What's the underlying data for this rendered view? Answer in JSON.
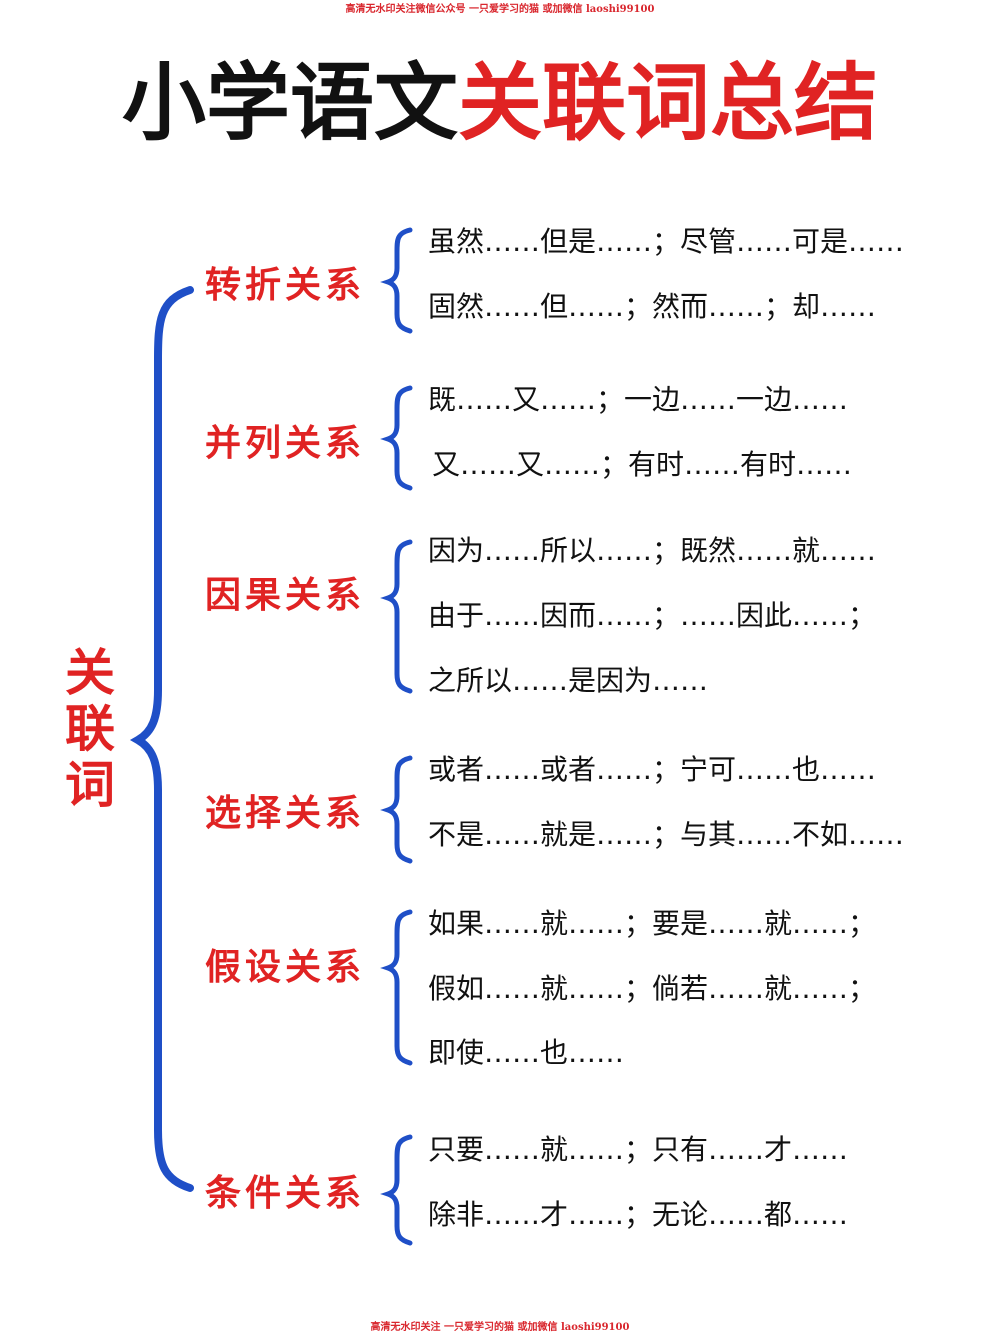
{
  "watermark_top": "高清无水印关注微信公众号  一只爱学习的猫  或加微信  laoshi99100",
  "watermark_bottom": "高清无水印关注  一只爱学习的猫  或加微信  laoshi99100",
  "title": {
    "part1": "小学语文",
    "part2": "关联词总结"
  },
  "root": [
    "关",
    "联",
    "词"
  ],
  "categories": [
    {
      "name": "转折关系",
      "items": [
        "虽然……但是……；尽管……可是……",
        "固然……但……；然而……；却……"
      ]
    },
    {
      "name": "并列关系",
      "items": [
        "既……又……；一边……一边……",
        "又……又……；有时……有时……"
      ]
    },
    {
      "name": "因果关系",
      "items": [
        "因为……所以……；既然……就……",
        "由于……因而……；……因此……；",
        "之所以……是因为……"
      ]
    },
    {
      "name": "选择关系",
      "items": [
        "或者……或者……；宁可……也……",
        "不是……就是……；与其……不如……"
      ]
    },
    {
      "name": "假设关系",
      "items": [
        "如果……就……；要是……就……；",
        "假如……就……；倘若……就……；",
        "即使……也……"
      ]
    },
    {
      "name": "条件关系",
      "items": [
        "只要……就……；只有……才……",
        "除非……才……；无论……都……"
      ]
    }
  ],
  "colors": {
    "accent_red": "#e02323",
    "brace_blue": "#1f4fc7",
    "text_black": "#111111"
  }
}
